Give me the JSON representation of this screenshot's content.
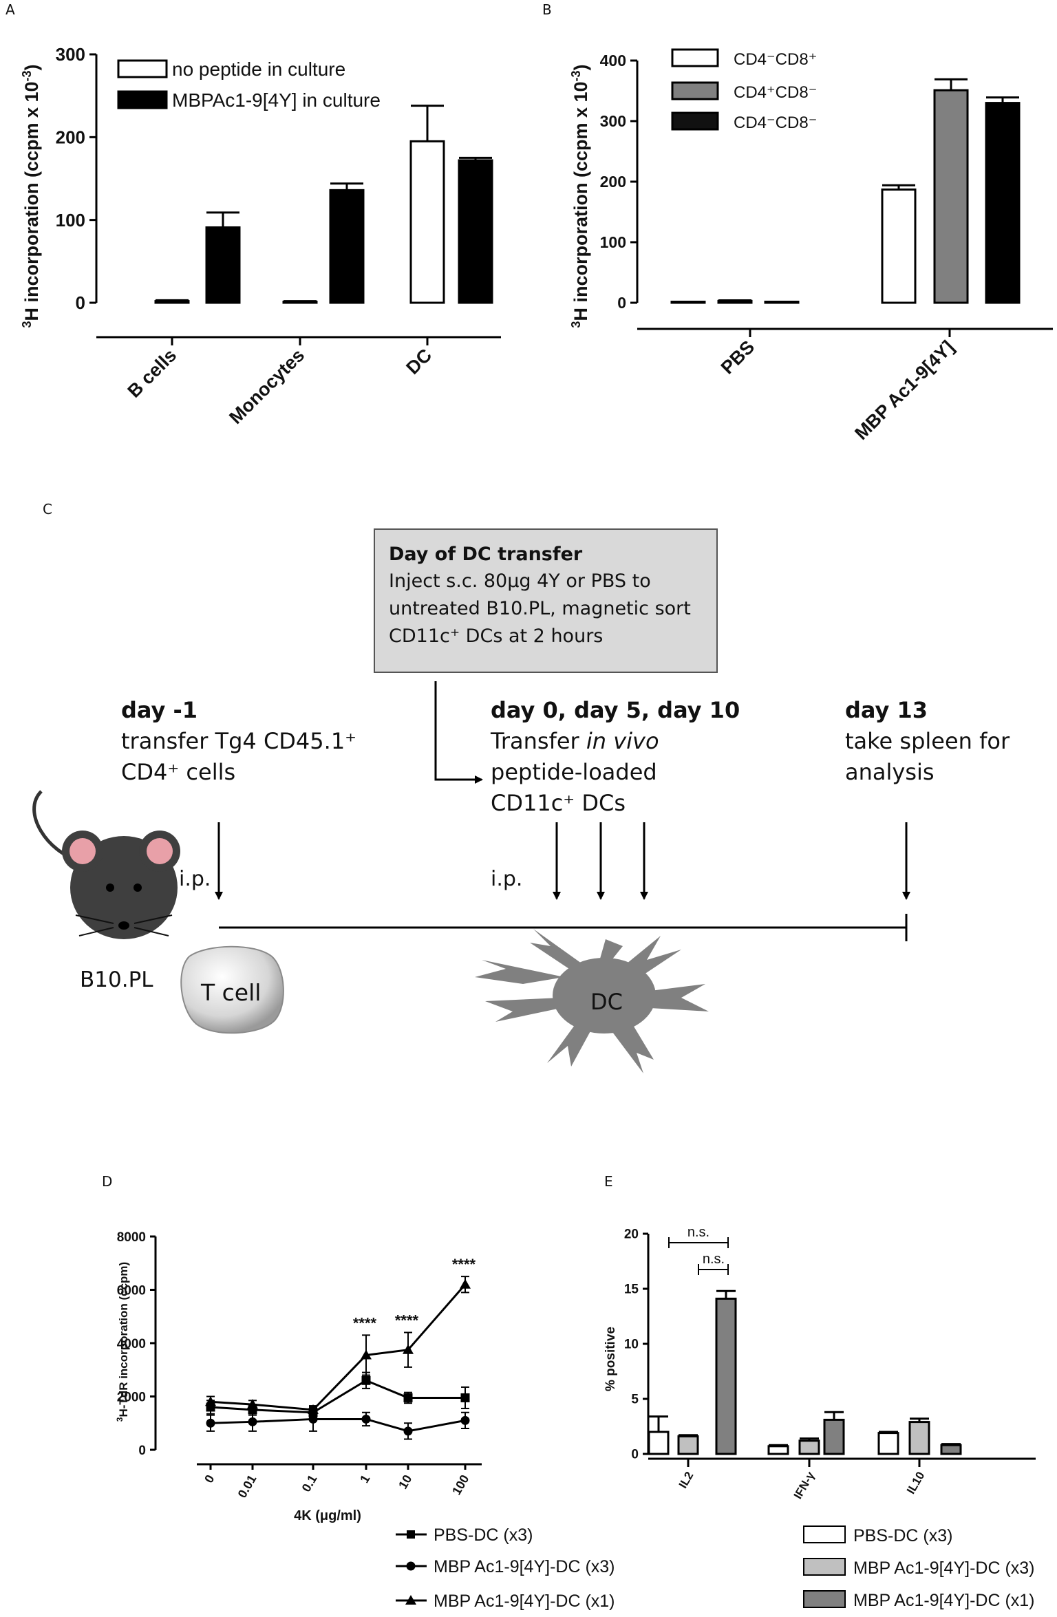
{
  "panels": {
    "A": {
      "label": "A",
      "ylabel_main": "H incorporation (ccpm x 10",
      "ylabel_sup1": "3",
      "ylabel_sup2": "-3",
      "ylabel_end": ")",
      "legend": [
        "no peptide in culture",
        "MBPAc1-9[4Y] in culture"
      ]
    },
    "B": {
      "label": "B",
      "legend": [
        "CD4⁻CD8⁺",
        "CD4⁺CD8⁻",
        "CD4⁻CD8⁻"
      ]
    },
    "C": {
      "label": "C",
      "box_title": "Day of DC transfer",
      "box_lines": [
        "Inject s.c. 80µg 4Y or PBS to",
        "untreated B10.PL, magnetic sort",
        "CD11c⁺ DCs at 2 hours"
      ],
      "day_m1_title": "day -1",
      "day_m1_lines": [
        "transfer Tg4 CD45.1⁺",
        "CD4⁺ cells"
      ],
      "day0_title": "day 0, day 5, day 10",
      "day0_line1_pre": "Transfer ",
      "day0_line1_em": "in vivo",
      "day0_lines": [
        "peptide-loaded",
        "CD11c⁺ DCs"
      ],
      "day13_title": "day 13",
      "day13_lines": [
        "take spleen for",
        "analysis"
      ],
      "ip1": "i.p.",
      "ip2": "i.p.",
      "mouse_label": "B10.PL",
      "tcell_label": "T cell",
      "dc_label": "DC"
    },
    "D": {
      "label": "D",
      "ylabel": "H-TdR incorporation (ccpm)",
      "ylabel_sup": "3",
      "xlabel": "4K (μg/ml)",
      "sig": "****",
      "legend": [
        "PBS-DC (x3)",
        "MBP Ac1-9[4Y]-DC (x3)",
        "MBP Ac1-9[4Y]-DC (x1)"
      ]
    },
    "E": {
      "label": "E",
      "ylabel": "% positive",
      "ns": "n.s.",
      "legend": [
        "PBS-DC (x3)",
        "MBP Ac1-9[4Y]-DC (x3)",
        "MBP Ac1-9[4Y]-DC (x1)"
      ]
    }
  },
  "chart_data": [
    {
      "id": "A",
      "type": "bar",
      "categories": [
        "B cells",
        "Monocytes",
        "DC"
      ],
      "ylim": [
        0,
        300
      ],
      "yticks": [
        0,
        100,
        200,
        300
      ],
      "series": [
        {
          "name": "no peptide in culture",
          "values": [
            2,
            1,
            195
          ],
          "errors": [
            1,
            1,
            43
          ],
          "fill": "#ffffff"
        },
        {
          "name": "MBPAc1-9[4Y] in culture",
          "values": [
            91,
            136,
            172
          ],
          "errors": [
            18,
            8,
            3
          ],
          "fill": "#000000"
        }
      ]
    },
    {
      "id": "B",
      "type": "bar",
      "categories": [
        "PBS",
        "MBP Ac1-9[4Y]"
      ],
      "ylim": [
        0,
        400
      ],
      "yticks": [
        0,
        100,
        200,
        300,
        400
      ],
      "series": [
        {
          "name": "CD4⁻CD8⁺",
          "values": [
            1,
            187
          ],
          "errors": [
            0.5,
            7
          ],
          "fill": "#ffffff"
        },
        {
          "name": "CD4⁺CD8⁻",
          "values": [
            3,
            351
          ],
          "errors": [
            1,
            18
          ],
          "fill": "#808080"
        },
        {
          "name": "CD4⁻CD8⁻",
          "values": [
            1,
            330
          ],
          "errors": [
            0.5,
            9
          ],
          "fill": "#000000"
        }
      ]
    },
    {
      "id": "D",
      "type": "line",
      "x": [
        "0",
        "0.01",
        "0.1",
        "1",
        "10",
        "100"
      ],
      "ylim": [
        0,
        8000
      ],
      "yticks": [
        0,
        2000,
        4000,
        6000,
        8000
      ],
      "significance": [
        "",
        "",
        "",
        "****",
        "****",
        "****"
      ],
      "series": [
        {
          "name": "PBS-DC (x3)",
          "marker": "square",
          "values": [
            1600,
            1500,
            1400,
            2600,
            1950,
            1950
          ],
          "errors": [
            250,
            200,
            150,
            300,
            200,
            400
          ]
        },
        {
          "name": "MBP Ac1-9[4Y]-DC (x3)",
          "marker": "circle",
          "values": [
            1000,
            1050,
            1150,
            1150,
            700,
            1100
          ],
          "errors": [
            300,
            350,
            450,
            250,
            300,
            300
          ]
        },
        {
          "name": "MBP Ac1-9[4Y]-DC (x1)",
          "marker": "triangle",
          "values": [
            1800,
            1700,
            1500,
            3550,
            3750,
            6200
          ],
          "errors": [
            200,
            150,
            150,
            750,
            650,
            300
          ]
        }
      ]
    },
    {
      "id": "E",
      "type": "bar",
      "categories": [
        "IL2",
        "IFN-γ",
        "IL10"
      ],
      "ylim": [
        0,
        20
      ],
      "yticks": [
        0,
        5,
        10,
        15,
        20
      ],
      "series": [
        {
          "name": "PBS-DC (x3)",
          "values": [
            2.0,
            0.7,
            1.9
          ],
          "errors": [
            1.4,
            0.1,
            0.1
          ],
          "fill": "#ffffff"
        },
        {
          "name": "MBP Ac1-9[4Y]-DC (x3)",
          "values": [
            1.6,
            1.2,
            2.9
          ],
          "errors": [
            0.1,
            0.2,
            0.3
          ],
          "fill": "#c0c0c0"
        },
        {
          "name": "MBP Ac1-9[4Y]-DC (x1)",
          "values": [
            14.1,
            3.1,
            0.8
          ],
          "errors": [
            0.7,
            0.7,
            0.1
          ],
          "fill": "#808080"
        }
      ]
    }
  ]
}
